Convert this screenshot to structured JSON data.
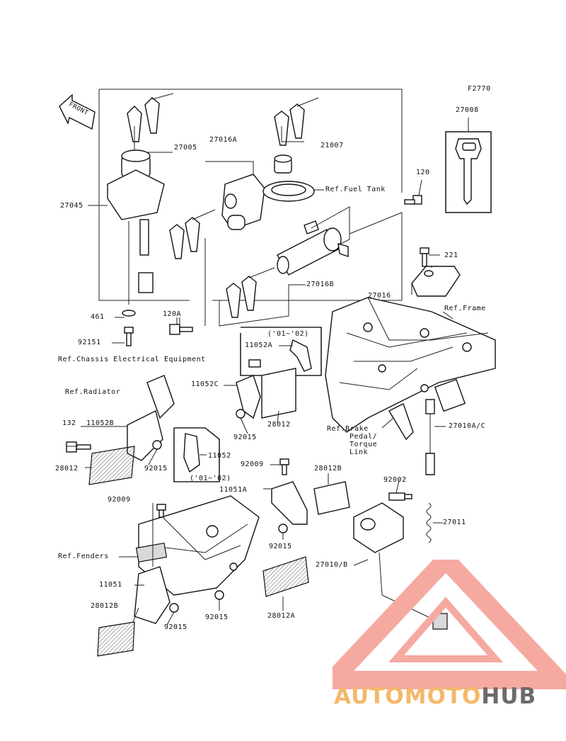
{
  "figure_code": "F2770",
  "front_marker": "FRONT",
  "labels": {
    "p27008": "27008",
    "p27005": "27005",
    "p27016A": "27016A",
    "p21007": "21007",
    "ref_fuel_tank": "Ref.Fuel Tank",
    "p120": "120",
    "p27045": "27045",
    "p221": "221",
    "p27016B": "27016B",
    "p27016": "27016",
    "ref_frame": "Ref.Frame",
    "p461": "461",
    "p120A": "120A",
    "p92151": "92151",
    "yr_a": "('01~'02)",
    "p11052A": "11052A",
    "ref_chassis": "Ref.Chassis Electrical Equipment",
    "p11052C": "11052C",
    "ref_radiator": "Ref.Radiator",
    "p28012_top": "28012",
    "p92015_a": "92015",
    "p132": "132",
    "p11052B": "11052B",
    "ref_brake_1": "Ref.Brake",
    "ref_brake_2": "Pedal/",
    "ref_brake_3": "Torque",
    "ref_brake_4": "Link",
    "p27010AC": "27010A/C",
    "p11052": "11052",
    "p28012_left": "28012",
    "p92015_b": "92015",
    "yr_b": "('01~'02)",
    "p92009_a": "92009",
    "p28012B_top": "28012B",
    "p92002": "92002",
    "p11051A": "11051A",
    "p92009_b": "92009",
    "p27011": "27011",
    "p92015_c": "92015",
    "ref_fenders": "Ref.Fenders",
    "p27010B": "27010/B",
    "p11051": "11051",
    "p28012B_bot": "28012B",
    "p92015_d": "92015",
    "p92015_e": "92015",
    "p28012A": "28012A"
  },
  "watermark": {
    "word_part1": "AUTOMOTO",
    "word_part2": "HUB",
    "color_light": "#f5a9a1",
    "color_orange": "#f4b86a",
    "color_gray": "#6b6b6b"
  }
}
